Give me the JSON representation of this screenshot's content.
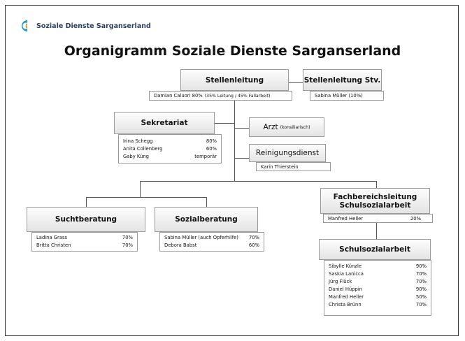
{
  "logo": {
    "text": "Soziale Dienste Sarganserland",
    "colors": [
      "#1b9ad6",
      "#f28c1e",
      "#2a3f66"
    ]
  },
  "title": "Organigramm Soziale Dienste Sarganserland",
  "stellenleitung": {
    "label": "Stellenleitung",
    "person": "Damian Caluori 80%",
    "note": "(35% Leitung / 45% Fallarbeit)"
  },
  "stellvertretung": {
    "label": "Stellenleitung Stv.",
    "person": "Sabina Müller (10%)"
  },
  "sekretariat": {
    "label": "Sekretariat",
    "members": [
      {
        "name": "Irina Schegg",
        "value": "80%"
      },
      {
        "name": "Anita Collenberg",
        "value": "60%"
      },
      {
        "name": "Gaby Küng",
        "value": "temporär"
      }
    ]
  },
  "arzt": {
    "label": "Arzt",
    "note": "(konsiliarisch)"
  },
  "reinigung": {
    "label": "Reinigungsdienst",
    "person": "Karin Thierstein"
  },
  "suchtberatung": {
    "label": "Suchtberatung",
    "members": [
      {
        "name": "Ladina Grass",
        "value": "70%"
      },
      {
        "name": "Britta Christen",
        "value": "70%"
      }
    ]
  },
  "sozialberatung": {
    "label": "Sozialberatung",
    "members": [
      {
        "name": "Sabina Müller (auch Opferhilfe)",
        "value": "70%"
      },
      {
        "name": "Debora Babst",
        "value": "60%"
      }
    ]
  },
  "fachbereich": {
    "label_line1": "Fachbereichsleitung",
    "label_line2": "Schulsozialarbeit",
    "person": "Manfred Heller",
    "value": "20%"
  },
  "schulsozialarbeit": {
    "label": "Schulsozialarbeit",
    "members": [
      {
        "name": "Sibylle Künzle",
        "value": "90%"
      },
      {
        "name": "Saskia Lanicca",
        "value": "70%"
      },
      {
        "name": "Jürg Flück",
        "value": "70%"
      },
      {
        "name": "Daniel Hüppin",
        "value": "90%"
      },
      {
        "name": "Manfred Heller",
        "value": "50%"
      },
      {
        "name": "Christa Brünn",
        "value": "70%"
      }
    ]
  }
}
